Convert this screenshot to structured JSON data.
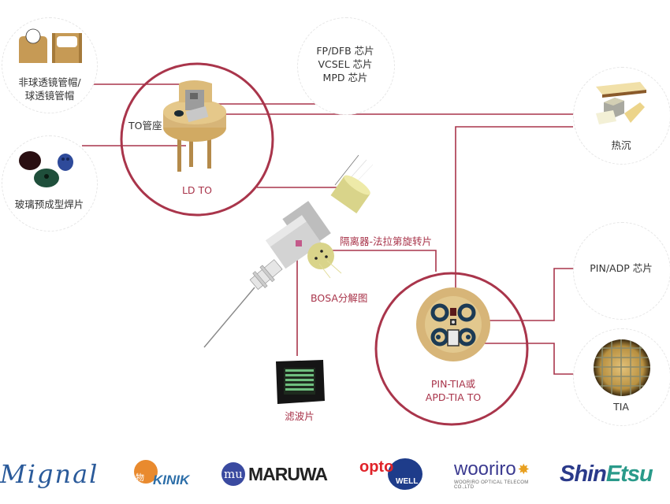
{
  "colors": {
    "accent_red": "#a9354b",
    "label_text": "#333333",
    "gold": "#d7b578",
    "gold_dark": "#b48a4a",
    "pad_navy": "#1c3b55"
  },
  "diagram": {
    "ld_to": {
      "title": "LD TO",
      "header_label": "TO管座"
    },
    "components": {
      "lens_cap": {
        "label_line1": "非球透镜管帽/",
        "label_line2": "球透镜管帽",
        "icon": "lens-cap-icon"
      },
      "glass_preform": {
        "label": "玻璃预成型焊片",
        "icon": "solder-preform-icon"
      },
      "chips": {
        "line1": "FP/DFB 芯片",
        "line2": "VCSEL 芯片",
        "line3": "MPD 芯片"
      },
      "heatsink": {
        "label": "热沉",
        "icon": "heatsink-icon"
      },
      "pin_chip": {
        "label": "PIN/ADP 芯片"
      },
      "tia": {
        "label": "TIA",
        "icon": "tia-wafer-icon"
      },
      "isolator": {
        "label": "隔离器-法拉第旋转片"
      },
      "bosa": {
        "label": "BOSA分解图",
        "icon": "bosa-exploded-icon"
      },
      "filter": {
        "label": "滤波片",
        "icon": "filter-chip-icon"
      }
    },
    "pin_tia_to": {
      "title_line1": "PIN-TIA或",
      "title_line2": "APD-TIA TO"
    }
  },
  "logos": [
    {
      "name": "Mignal",
      "text": "Mignal"
    },
    {
      "name": "KINIK",
      "text": "KINIK",
      "glyph": "物"
    },
    {
      "name": "MARUWA",
      "text": "MARUWA",
      "mark": "mu"
    },
    {
      "name": "optowell",
      "text_top": "opto",
      "text_bottom": "WELL"
    },
    {
      "name": "Wooriro",
      "text": "wooriro",
      "subtitle": "WOORIRO OPTICAL TELECOM CO.,LTD"
    },
    {
      "name": "ShinEtsu",
      "text_a": "Shin",
      "text_b": "Etsu"
    }
  ]
}
